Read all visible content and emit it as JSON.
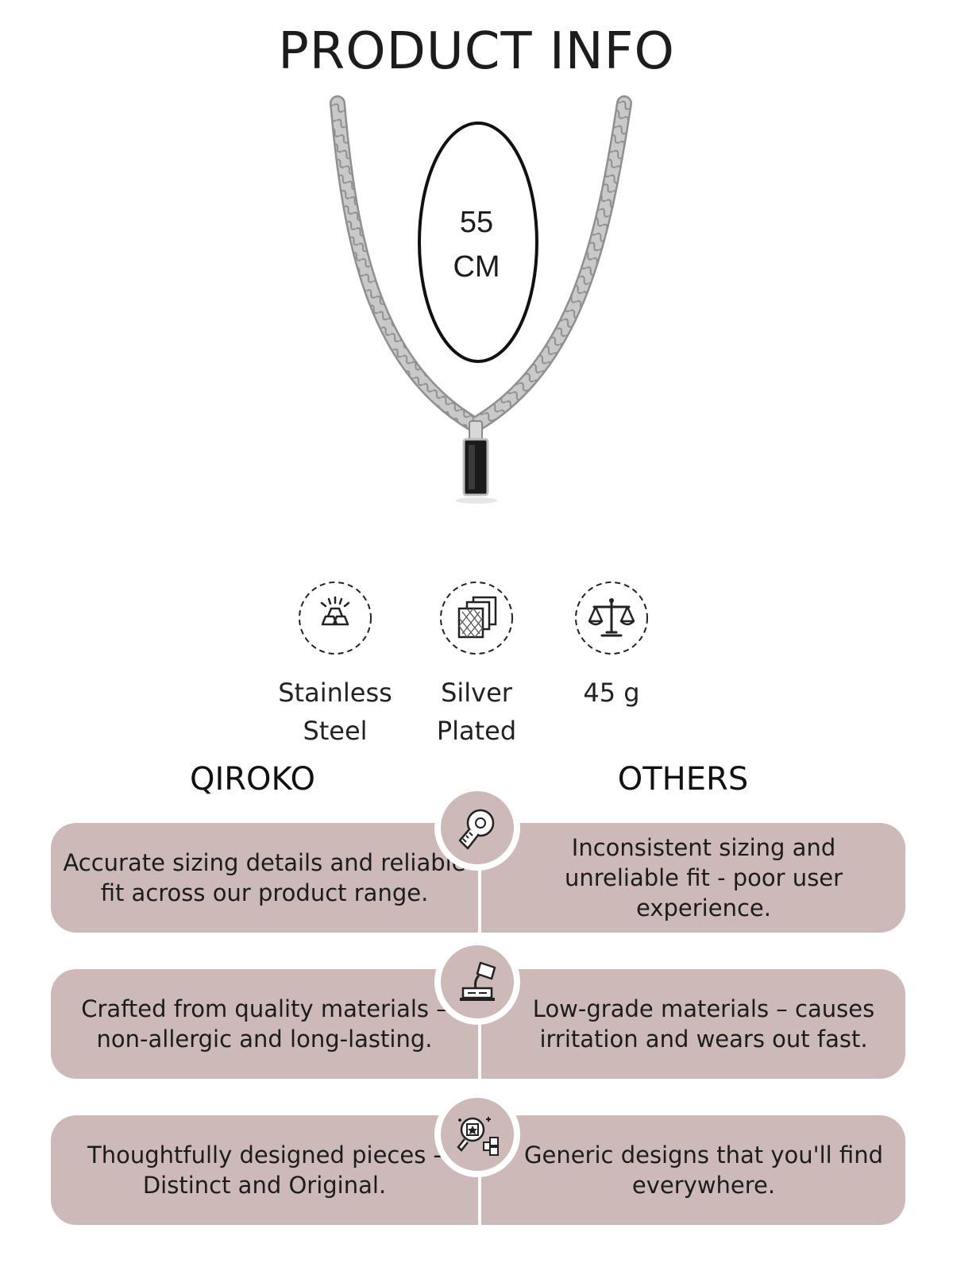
{
  "page": {
    "title": "PRODUCT INFO"
  },
  "product": {
    "length_value": "55",
    "length_unit": "CM"
  },
  "specs": [
    {
      "icon": "metal-bars-icon",
      "line1": "Stainless",
      "line2": "Steel"
    },
    {
      "icon": "layered-plating-icon",
      "line1": "Silver",
      "line2": "Plated"
    },
    {
      "icon": "balance-scale-icon",
      "line1": "45 g",
      "line2": ""
    }
  ],
  "comparison": {
    "left_heading": "QIROKO",
    "right_heading": "OTHERS",
    "rows": [
      {
        "icon": "measuring-tape-icon",
        "left": "Accurate sizing details and reliable fit across our product range.",
        "right": "Inconsistent sizing and unreliable fit - poor user experience."
      },
      {
        "icon": "material-pour-icon",
        "left": "Crafted from quality materials – non-allergic and long-lasting.",
        "right": "Low-grade materials – causes irritation and wears out fast."
      },
      {
        "icon": "original-design-icon",
        "left": "Thoughtfully designed pieces - Distinct and Original.",
        "right": "Generic designs that you'll find everywhere."
      }
    ]
  },
  "colors": {
    "panel": "#cdbab8",
    "text": "#1c1c1c",
    "chain": "#b9b9b9"
  }
}
